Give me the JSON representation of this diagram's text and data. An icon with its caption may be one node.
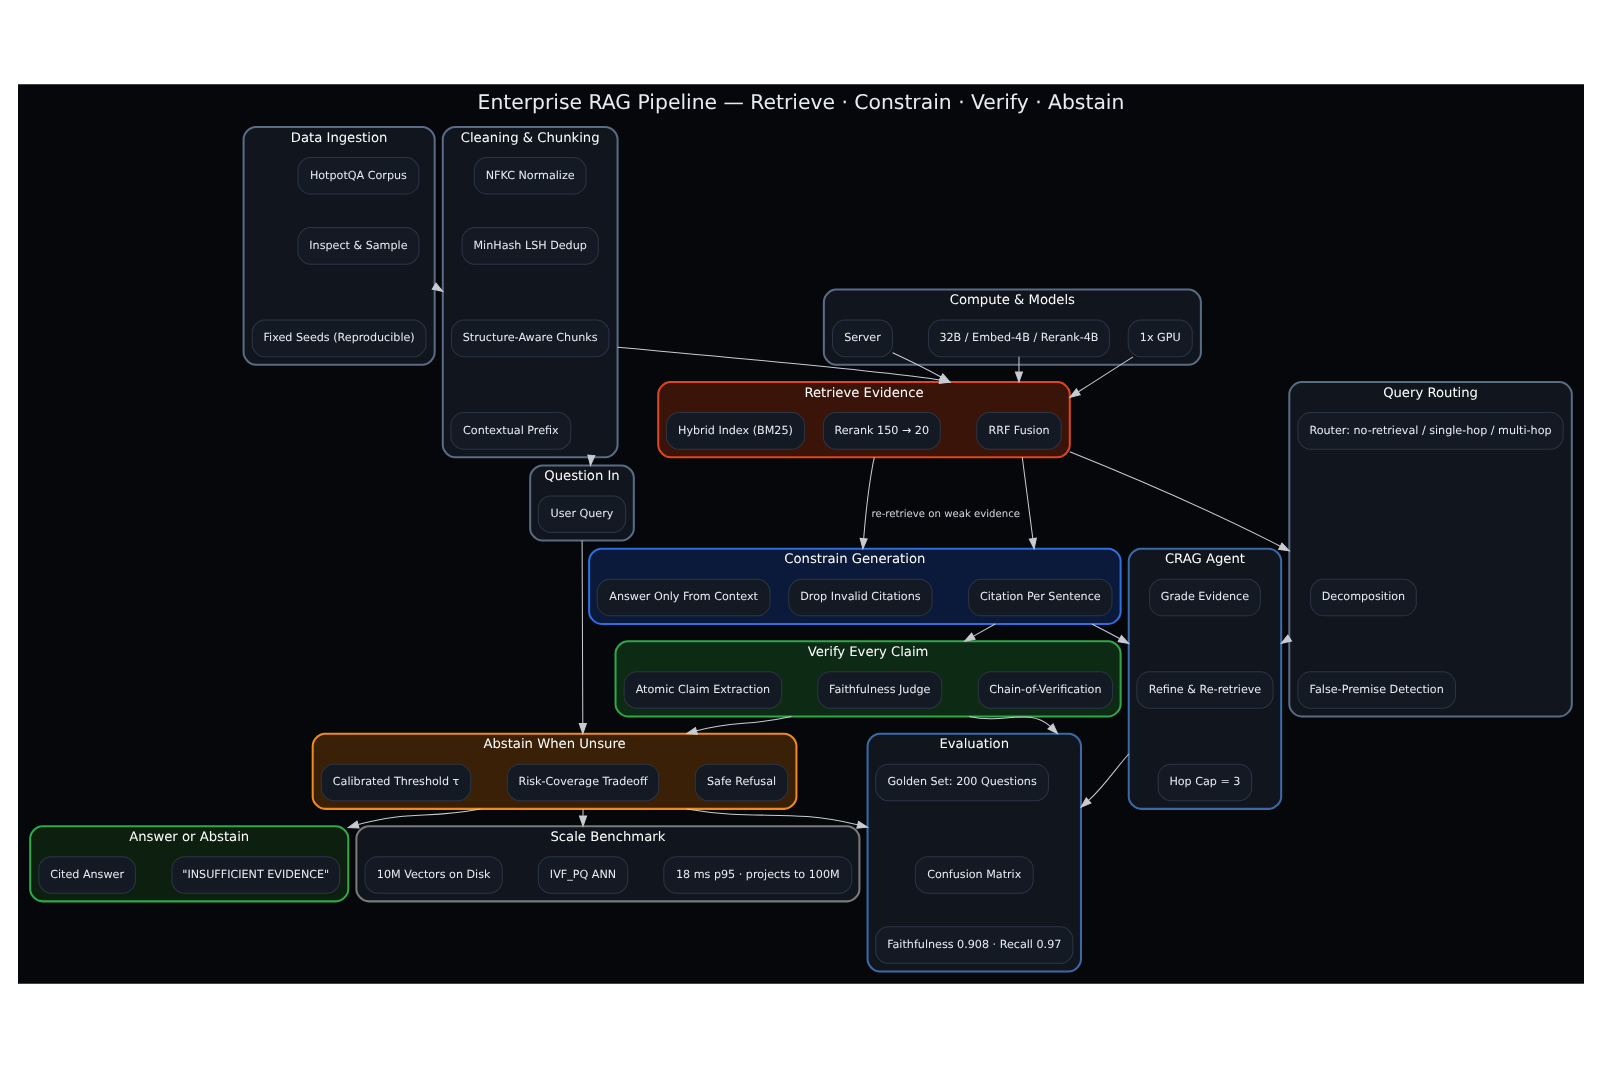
{
  "diagram": {
    "title": "Enterprise RAG Pipeline — Retrieve · Constrain · Verify · Abstain",
    "nodes": [
      {
        "text": [
          "Data Ingestion"
        ]
      },
      {
        "text": [
          "HotpotQA Corpus"
        ],
        "in": 0
      },
      {
        "text": [
          "Inspect & Sample"
        ],
        "in": 0
      },
      {
        "text": [
          "Fixed Seeds (Reproducible)"
        ],
        "in": 0
      },
      {
        "text": [
          "Cleaning & Chunking"
        ]
      },
      {
        "text": [
          "NFKC Normalize"
        ],
        "in": 4
      },
      {
        "text": [
          "MinHash LSH Dedup"
        ],
        "in": 4
      },
      {
        "text": [
          "Structure-Aware Chunks"
        ],
        "in": 4
      },
      {
        "text": [
          "Contextual Prefix"
        ],
        "in": 4
      },
      {
        "text": [
          "Question In"
        ]
      },
      {
        "text": [
          "User Query"
        ],
        "in": 9
      },
      {
        "text": [
          "Compute & Models"
        ]
      },
      {
        "text": [
          "1x GPU"
        ],
        "in": 11
      },
      {
        "text": [
          "Server"
        ],
        "in": 11
      },
      {
        "text": [
          "32B / Embed-4B / Rerank-4B"
        ],
        "in": 11
      },
      {
        "text": [
          "Retrieve Evidence"
        ]
      },
      {
        "text": [
          "Hybrid Index (BM25)"
        ],
        "in": 15
      },
      {
        "text": [
          "RRF Fusion"
        ],
        "in": 15
      },
      {
        "text": [
          "Rerank 150 → 20"
        ],
        "in": 15
      },
      {
        "text": [
          "Constrain Generation"
        ]
      },
      {
        "text": [
          "Answer Only From Context"
        ],
        "in": 19
      },
      {
        "text": [
          "Citation Per Sentence"
        ],
        "in": 19
      },
      {
        "text": [
          "Drop Invalid Citations"
        ],
        "in": 19
      },
      {
        "text": [
          "Verify Every Claim"
        ]
      },
      {
        "text": [
          "Atomic Claim Extraction"
        ],
        "in": 23
      },
      {
        "text": [
          "Faithfulness Judge"
        ],
        "in": 23
      },
      {
        "text": [
          "Chain-of-Verification"
        ],
        "in": 23
      },
      {
        "text": [
          "Abstain When Unsure"
        ]
      },
      {
        "text": [
          "Calibrated Threshold τ"
        ],
        "in": 27
      },
      {
        "text": [
          "Risk-Coverage Tradeoff"
        ],
        "in": 27
      },
      {
        "text": [
          "Safe Refusal"
        ],
        "in": 27
      },
      {
        "text": [
          "Answer or Abstain"
        ]
      },
      {
        "text": [
          "Cited Answer"
        ],
        "in": 31
      },
      {
        "text": [
          "\"INSUFFICIENT EVIDENCE\""
        ],
        "in": 31
      },
      {
        "text": [
          "Scale Benchmark"
        ]
      },
      {
        "text": [
          "10M Vectors on Disk"
        ],
        "in": 34
      },
      {
        "text": [
          "IVF_PQ ANN"
        ],
        "in": 34
      },
      {
        "text": [
          "18 ms p95 · projects to 100M"
        ],
        "in": 34
      },
      {
        "text": [
          "Query Routing"
        ]
      },
      {
        "text": [
          "Router: no-retrieval / single-hop / multi-hop"
        ],
        "in": 38
      },
      {
        "text": [
          "Decomposition"
        ],
        "in": 38
      },
      {
        "text": [
          "False-Premise Detection"
        ],
        "in": 38
      },
      {
        "text": [
          "CRAG Agent"
        ]
      },
      {
        "text": [
          "Grade Evidence"
        ],
        "in": 42
      },
      {
        "text": [
          "Refine & Re-retrieve"
        ],
        "in": 42
      },
      {
        "text": [
          "Hop Cap = 3"
        ],
        "in": 42
      },
      {
        "text": [
          "Evaluation"
        ]
      },
      {
        "text": [
          "Golden Set: 200 Questions"
        ],
        "in": 46
      },
      {
        "text": [
          "Confusion Matrix"
        ],
        "in": 46
      },
      {
        "text": [
          "Faithfulness 0.908 · Recall 0.97"
        ],
        "in": 46
      }
    ],
    "edges": [
      {
        "from": 0,
        "to": 4,
        "arrow": "to"
      },
      {
        "from": 4,
        "to": 15,
        "arrow": "to"
      },
      {
        "from": 4,
        "to": 9,
        "arrow": "to"
      },
      {
        "from": 9,
        "to": 27,
        "arrow": "to"
      },
      {
        "from": 12,
        "to": 15,
        "arrow": "to"
      },
      {
        "from": 13,
        "to": 15,
        "arrow": "to"
      },
      {
        "from": 14,
        "to": 15,
        "arrow": "to"
      },
      {
        "from": 15,
        "to": 19,
        "arrow": "to"
      },
      {
        "from": 19,
        "to": 23,
        "arrow": "to"
      },
      {
        "from": 23,
        "to": 27,
        "arrow": "to"
      },
      {
        "from": 27,
        "to": 34,
        "arrow": "to"
      },
      {
        "from": 27,
        "to": 31,
        "arrow": "to"
      },
      {
        "from": 15,
        "to": 38,
        "arrow": "to"
      },
      {
        "from": 15,
        "to": 19,
        "arrow": "to",
        "label": "re-retrieve on weak evidence"
      },
      {
        "from": 38,
        "to": 42,
        "arrow": "to"
      },
      {
        "from": 19,
        "to": 42,
        "arrow": "to"
      },
      {
        "from": 42,
        "to": 46,
        "arrow": "to"
      },
      {
        "from": 23,
        "to": 46,
        "arrow": "to"
      },
      {
        "from": 27,
        "to": 46,
        "arrow": "to"
      }
    ]
  }
}
